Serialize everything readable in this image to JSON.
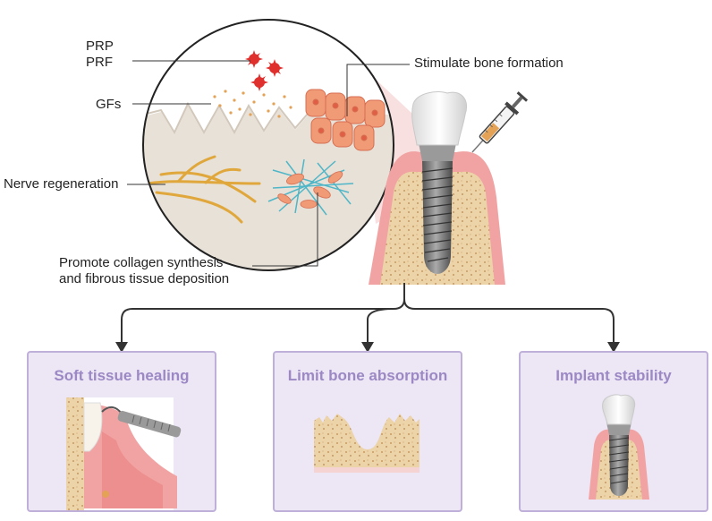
{
  "labels": {
    "prp": "PRP",
    "prf": "PRF",
    "gfs": "GFs",
    "stimulate": "Stimulate  bone formation",
    "nerve": "Nerve regeneration",
    "collagen_line1": "Promote collagen synthesis",
    "collagen_line2": "and fibrous tissue deposition"
  },
  "outcomes": [
    {
      "title": "Soft tissue healing"
    },
    {
      "title": "Limit bone absorption"
    },
    {
      "title": "Implant stability"
    }
  ],
  "colors": {
    "box_fill": "#ece6f5",
    "box_border": "#bfb0da",
    "box_title": "#9b88c4",
    "gum": "#f1a3a3",
    "bone": "#ecd3a8",
    "platelet": "#e0302e",
    "growth_factor": "#e3a256",
    "cell": "#f19a76",
    "fiber": "#4fb6c7"
  }
}
